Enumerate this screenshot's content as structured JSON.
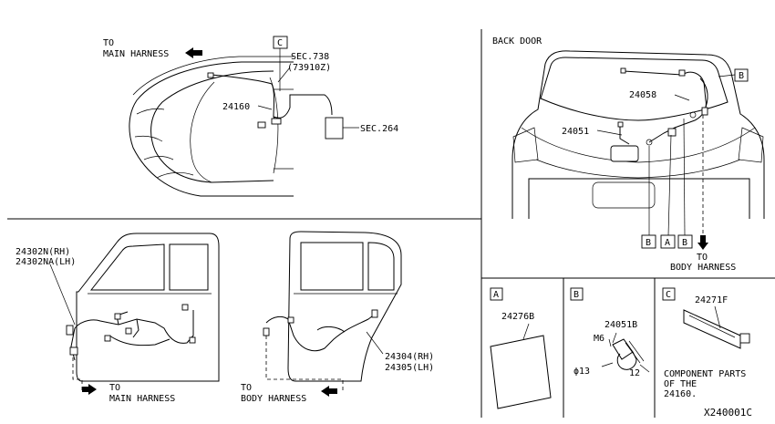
{
  "diagram_id": "X240001C",
  "top_left": {
    "to_main": "TO",
    "main_harness": "MAIN HARNESS",
    "callout_c": "C",
    "sec738": "SEC.738",
    "sec738_part": "(73910Z)",
    "part_24160": "24160",
    "sec264": "SEC.264"
  },
  "back_door": {
    "title": "BACK DOOR",
    "part_24058": "24058",
    "part_24051": "24051",
    "callout_b_top": "B",
    "callout_b1": "B",
    "callout_a": "A",
    "callout_b2": "B",
    "to": "TO",
    "body_harness": "BODY HARNESS"
  },
  "front_door": {
    "part_rh": "24302N(RH)",
    "part_lh": "24302NA(LH)",
    "to": "TO",
    "main_harness": "MAIN HARNESS"
  },
  "rear_door": {
    "part_rh": "24304(RH)",
    "part_lh": "24305(LH)",
    "to": "TO",
    "body_harness": "BODY HARNESS"
  },
  "detail_a": {
    "label": "A",
    "part": "24276B"
  },
  "detail_b": {
    "label": "B",
    "part": "24051B",
    "thread": "M6",
    "diameter": "ϕ13",
    "length": "12"
  },
  "detail_c": {
    "label": "C",
    "part": "24271F",
    "note_line1": "COMPONENT PARTS",
    "note_line2": "OF THE",
    "note_line3": "24160."
  }
}
